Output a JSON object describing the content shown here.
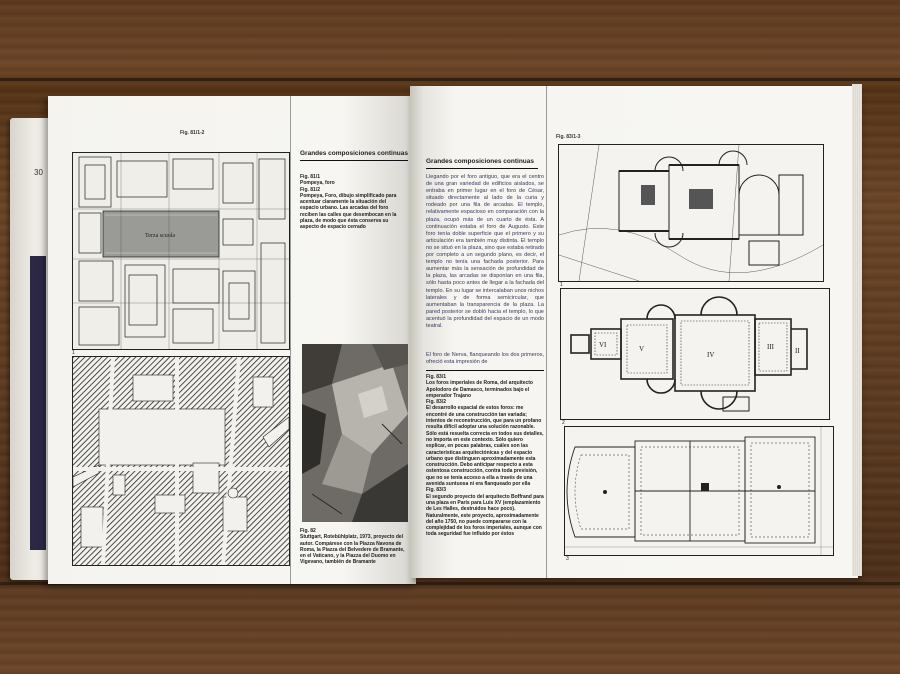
{
  "left_page": {
    "page_number": "30",
    "fig_ref": "Fig. 81/1-2",
    "heading": "Grandes composiciones continuas",
    "caption_81": "Fig. 81/1\nPompeya, foro\nFig. 81/2\nPompeya, Foro, dibujo simplificado para acentuar claramente la situación del espacio urbano. Las arcadas del foro reciben las calles que desembocan en la plaza, de modo que ésta conserva su aspecto de espacio cerrado",
    "plan_label": "Terza scuola",
    "caption_82": "Fig. 82\nStuttgart, Rotebühlplatz, 1973, proyecto del autor. Compárese con la Piazza Navona de Roma, la Piazza del Belvedere de Bramante, en el Vaticano, y la Piazza del Duomo en Vigevano, también de Bramante",
    "plate_numbers": [
      "1",
      "2"
    ]
  },
  "right_page": {
    "fig_ref": "Fig. 83/1-3",
    "heading": "Grandes composiciones continuas",
    "body_1": "Llegando por el foro antiguo, que era el centro de una gran variedad de edificios aislados, se entraba en primer lugar en el foro de César, situado directamente al lado de la curia y rodeado por una fila de arcadas. El templo, relativamente espacioso en comparación con la plaza, ocupó más de un cuarto de ésta. A continuación estaba el foro de Augusto. Este foro tenía doble superficie que el primero y su articulación era también muy distinta. El templo no se situó en la plaza, sino que estaba retirado por completo a un segundo plano, es decir, el templo no tenía una fachada posterior. Para aumentar más la sensación de profundidad de la plaza, las arcadas se disponían en una fila, sólo hasta poco antes de llegar a la fachada del templo. En su lugar se intercalaban unos nichos laterales y de forma semicircular, que aumentaban la transparencia de la plaza. La pared posterior se dobló hacia el templo, lo que acentuó la profundidad del espacio de un modo teatral.",
    "body_2": "El foro de Nerva, flanqueando los dos primeros, ofreció esta impresión de",
    "caption_83": "Fig. 83/1\nLos foros imperiales de Roma, del arquitecto Apolodoro de Damasco, terminados bajo el emperador Trajano\nFig. 83/2\nEl desarrollo espacial de estos foros: me encontré de una construcción tan variada; intentos de reconstrucción, que para un profano resulta difícil adoptar una solución razonable. Sólo está resuelta correcta en todos sus detalles, no importa en este contexto. Sólo quiero explicar, en pocas palabras, cuáles son las características arquitectónicas y del espacio urbano que distinguen aproximadamente esta construcción. Debo anticipar respecto a esta ostentosa construcción, contra toda previsión, que no se tenía acceso a ella a través de una avenida suntuosa ni era flanqueado por ella\nFig. 83/3\nEl segundo proyecto del arquitecto Boffrand para una plaza en París para Luis XV (emplazamiento de Les Halles, destruidos hace poco). Naturalmente, este proyecto, aproximadamente del año 1750, no puede compararse con la complejidad de los foros imperiales, aunque con toda seguridad fue influido por éstos",
    "plate_labels": [
      "VI",
      "V",
      "IV",
      "III",
      "II"
    ],
    "plate_numbers": [
      "1",
      "2",
      "3"
    ]
  },
  "colors": {
    "paper": "#f7f6f2",
    "ink": "#222222",
    "wood": "#5b3a22"
  }
}
